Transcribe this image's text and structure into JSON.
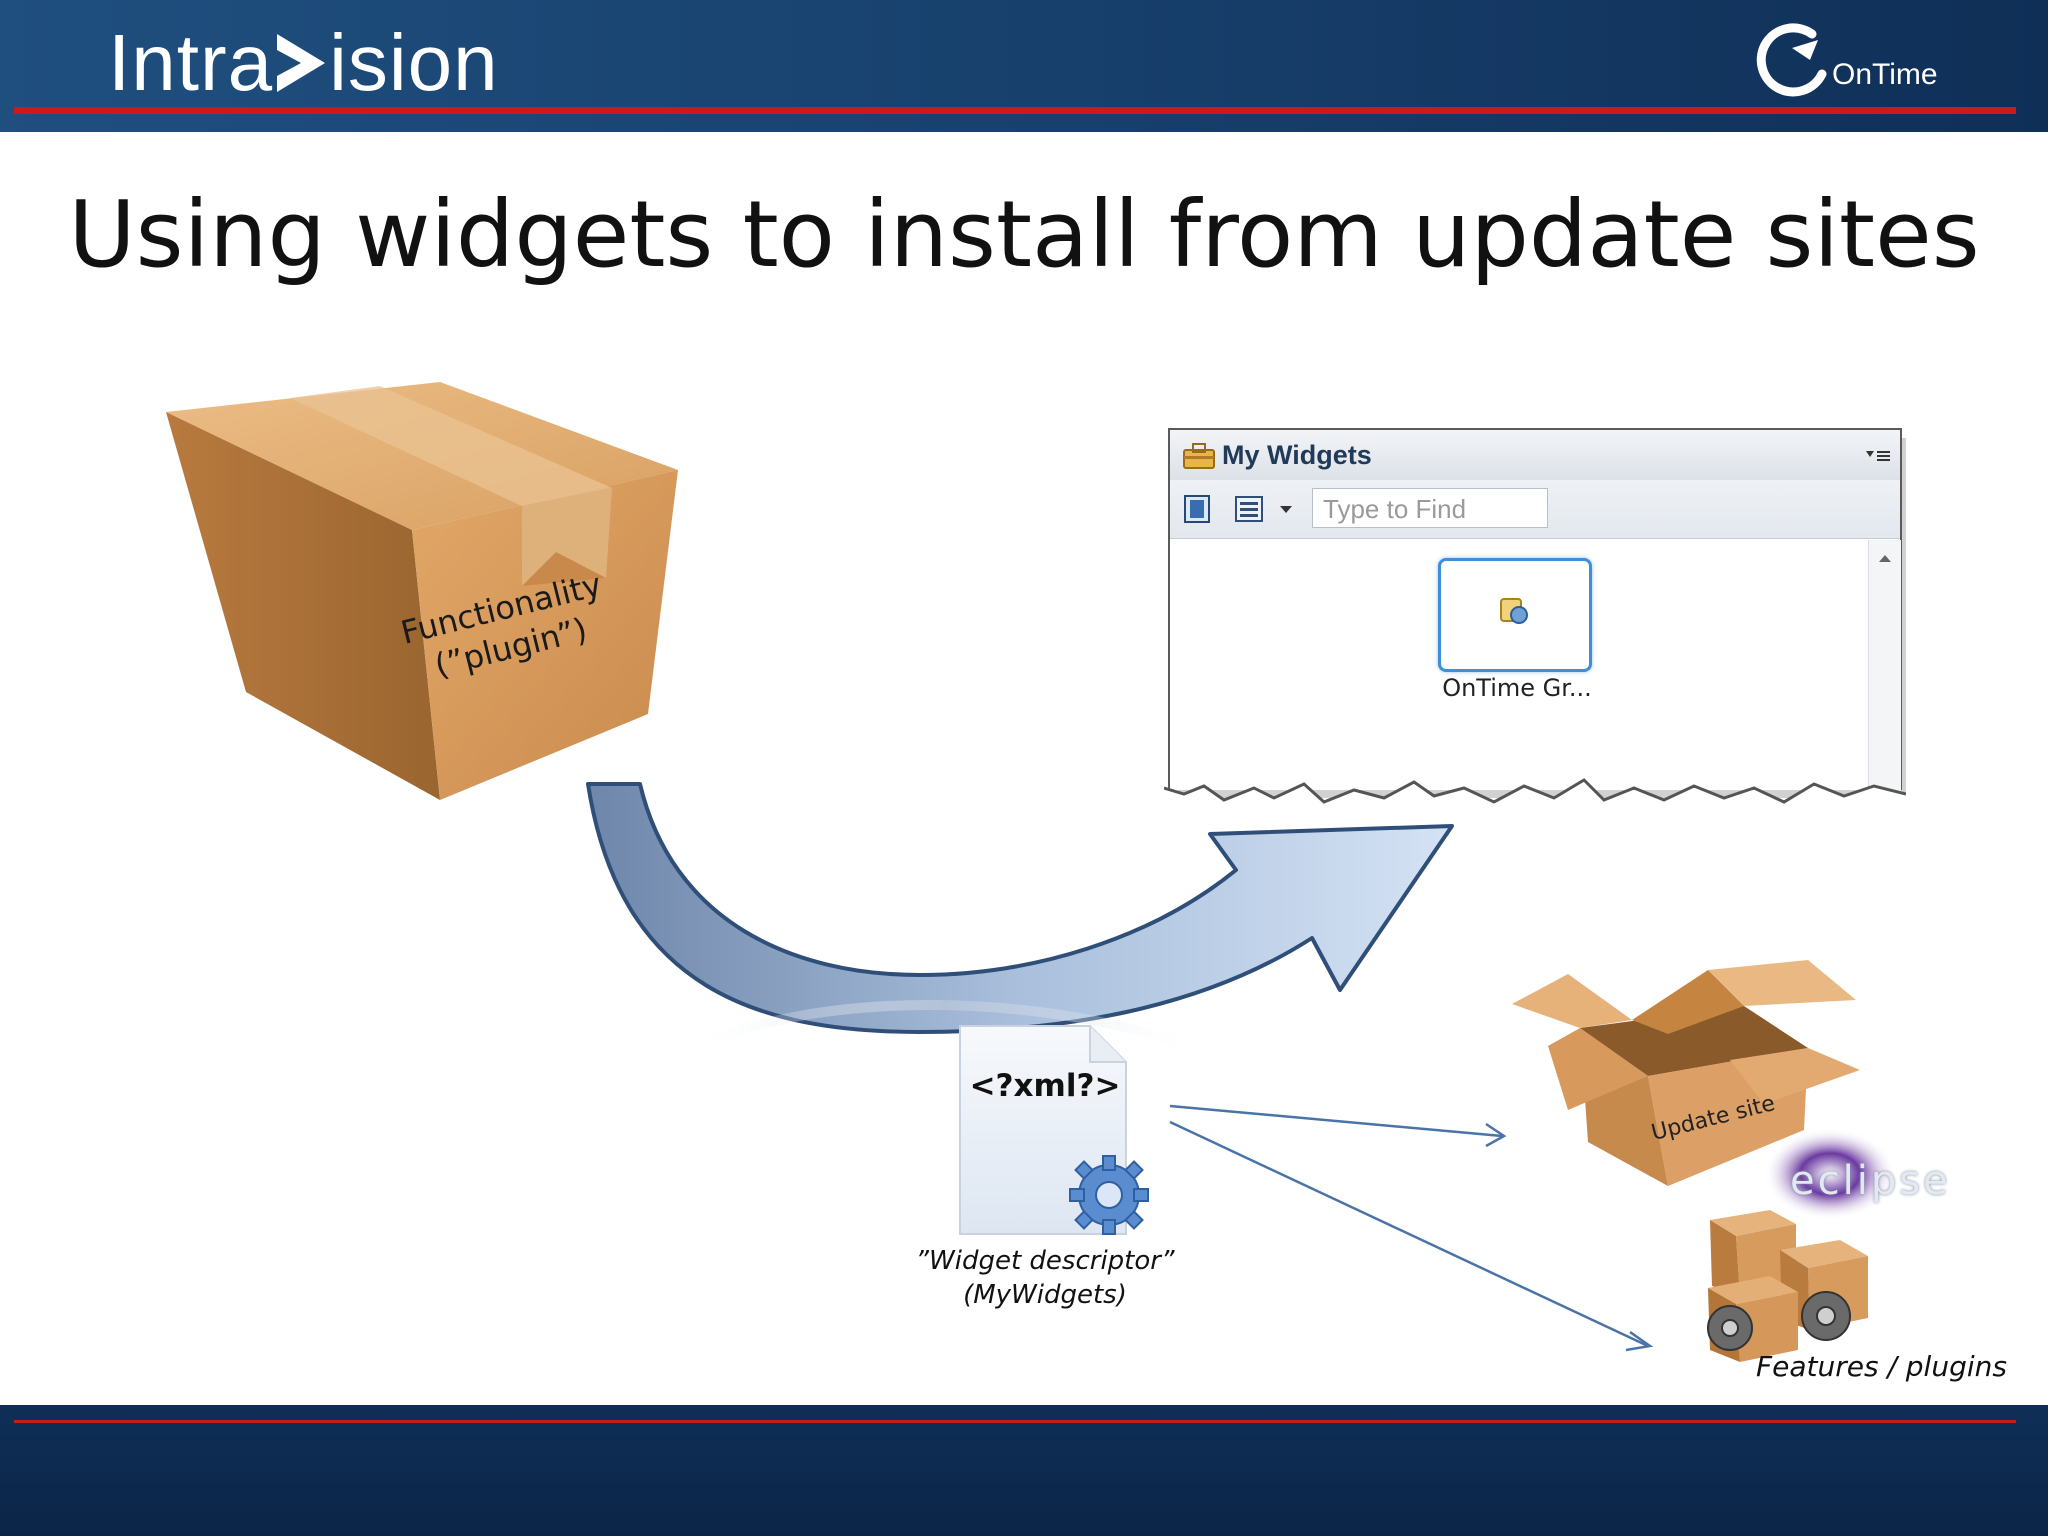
{
  "header": {
    "brand_left": "Intra",
    "brand_right": "ision",
    "ontime_logo": "OnTime"
  },
  "slide": {
    "title": "Using widgets to install from update sites"
  },
  "plugin_box": {
    "label_line1": "Functionality",
    "label_line2": "(”plugin”)"
  },
  "widgets_panel": {
    "title": "My Widgets",
    "search_placeholder": "Type to Find",
    "tile_label": "OnTime Gr..."
  },
  "descriptor": {
    "xml_text": "<?xml?>",
    "caption_line1": "”Widget descriptor”",
    "caption_line2": "(MyWidgets)"
  },
  "update_site": {
    "label": "Update site",
    "eclipse_logo": "eclipse"
  },
  "features": {
    "label": "Features / plugins"
  },
  "icons": [
    "briefcase-icon",
    "view-icon",
    "list-icon",
    "chevron-down-icon",
    "menu-icon",
    "scroll-up-icon",
    "gear-icon"
  ],
  "colors": {
    "header_blue": "#173f6b",
    "accent_red": "#d01818",
    "arrow_blue": "#8fa8d0",
    "box_tan": "#d99a5c"
  }
}
